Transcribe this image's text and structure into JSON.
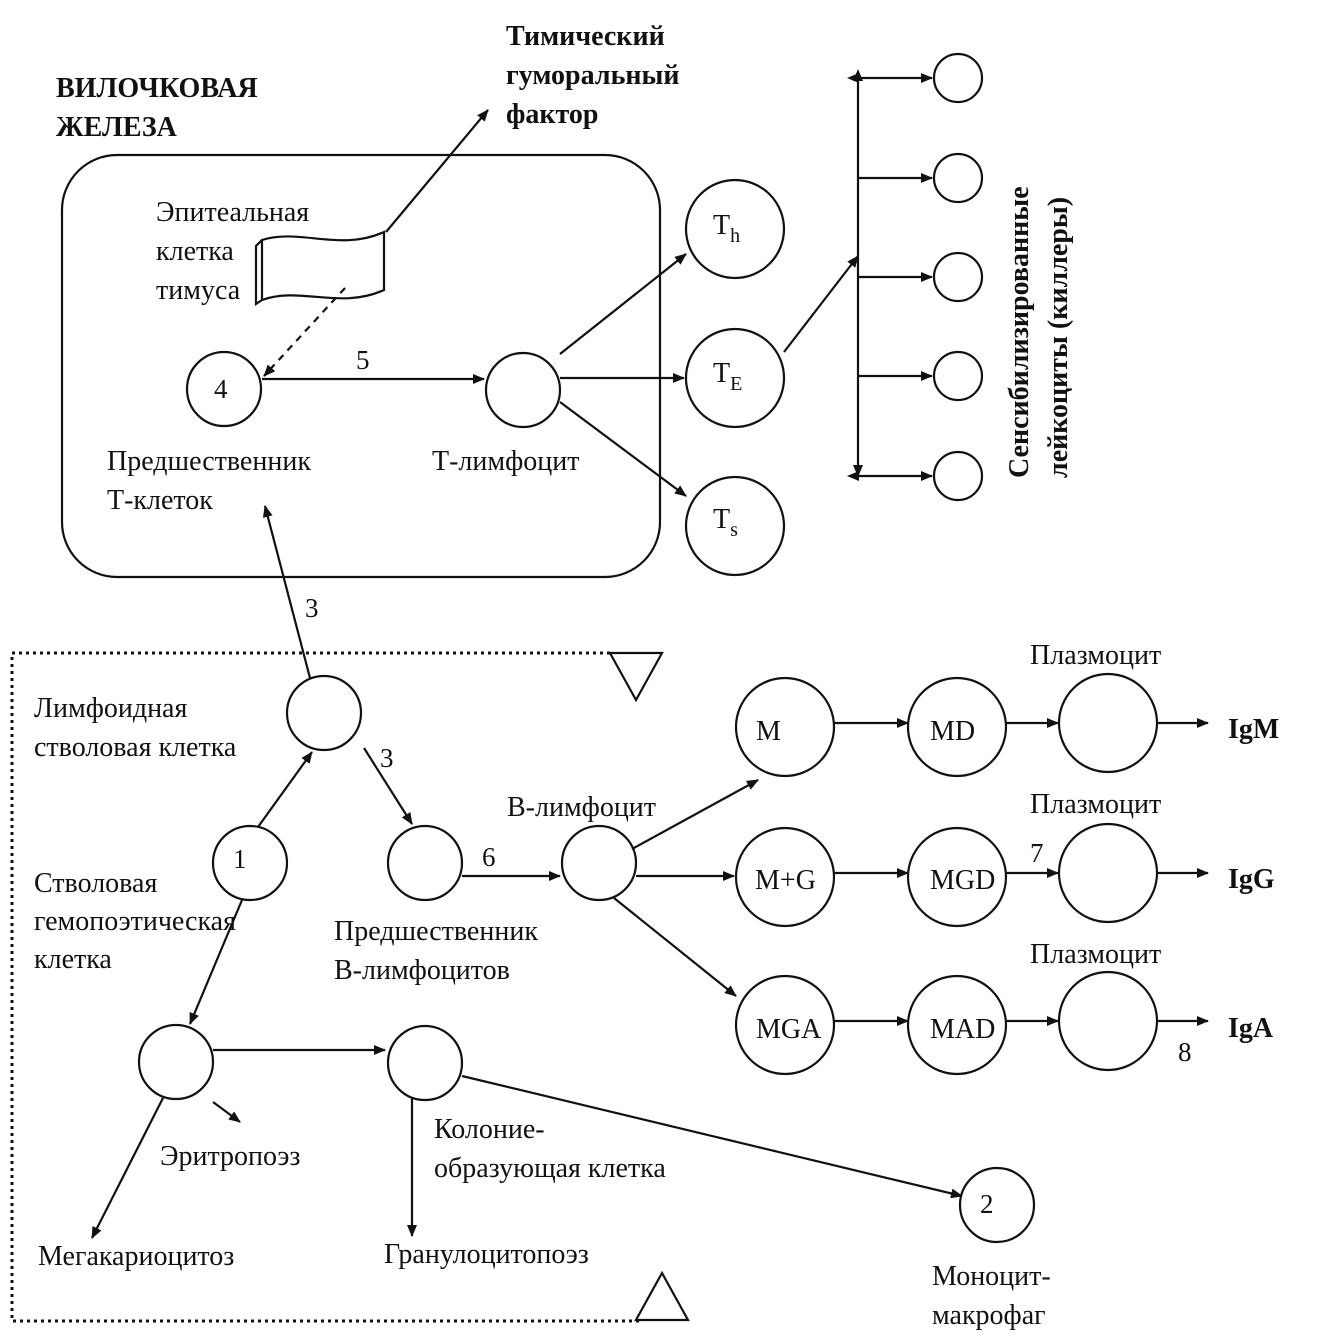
{
  "thymus": {
    "title_line1": "ВИЛОЧКОВАЯ",
    "title_line2": "ЖЕЛЕЗА",
    "humoral_factor_line1": "Тимический",
    "humoral_factor_line2": "гуморальный",
    "humoral_factor_line3": "фактор",
    "epithelial_line1": "Эпитеальная",
    "epithelial_line2": "клетка",
    "epithelial_line3": "тимуса",
    "precursor_number": "4",
    "precursor_line1": "Предшественник",
    "precursor_line2": "Т-клеток",
    "arrow5": "5",
    "t_lymphocyte": "Т-лимфоцит"
  },
  "t_cells": {
    "th_main": "T",
    "th_sub": "h",
    "te_main": "T",
    "te_sub": "E",
    "ts_main": "T",
    "ts_sub": "s"
  },
  "killers": {
    "label_line1": "Сенсибилизированные",
    "label_line2": "лейкоциты (киллеры)"
  },
  "bone_marrow": {
    "arrow3_up": "3",
    "lymphoid_line1": "Лимфоидная",
    "lymphoid_line2": "стволовая клетка",
    "arrow3_right": "3",
    "stem_number": "1",
    "stem_line1": "Стволовая",
    "stem_line2": "гемопоэтическая",
    "stem_line3": "клетка",
    "arrow6": "6",
    "b_precursor_line1": "Предшественник",
    "b_precursor_line2": "В-лимфоцитов",
    "b_lymphocyte": "В-лимфоцит",
    "erythropoiesis": "Эритропоэз",
    "megakaryocytosis": "Мегакариоцитоз",
    "cfu_line1": "Колоние-",
    "cfu_line2": "образующая клетка",
    "granulocytopoiesis": "Гранулоцитопоэз",
    "monocyte_number": "2",
    "monocyte_line1": "Моноцит-",
    "monocyte_line2": "макрофаг"
  },
  "b_cells": {
    "row1": {
      "cell1": "M",
      "cell2": "MD",
      "plasma": "Плазмоцит",
      "ig": "IgM"
    },
    "row2": {
      "cell1": "M+G",
      "cell2": "MGD",
      "plasma": "Плазмоцит",
      "ig": "IgG",
      "arrow": "7"
    },
    "row3": {
      "cell1": "MGA",
      "cell2": "MAD",
      "plasma": "Плазмоцит",
      "ig": "IgA",
      "arrow": "8"
    }
  }
}
